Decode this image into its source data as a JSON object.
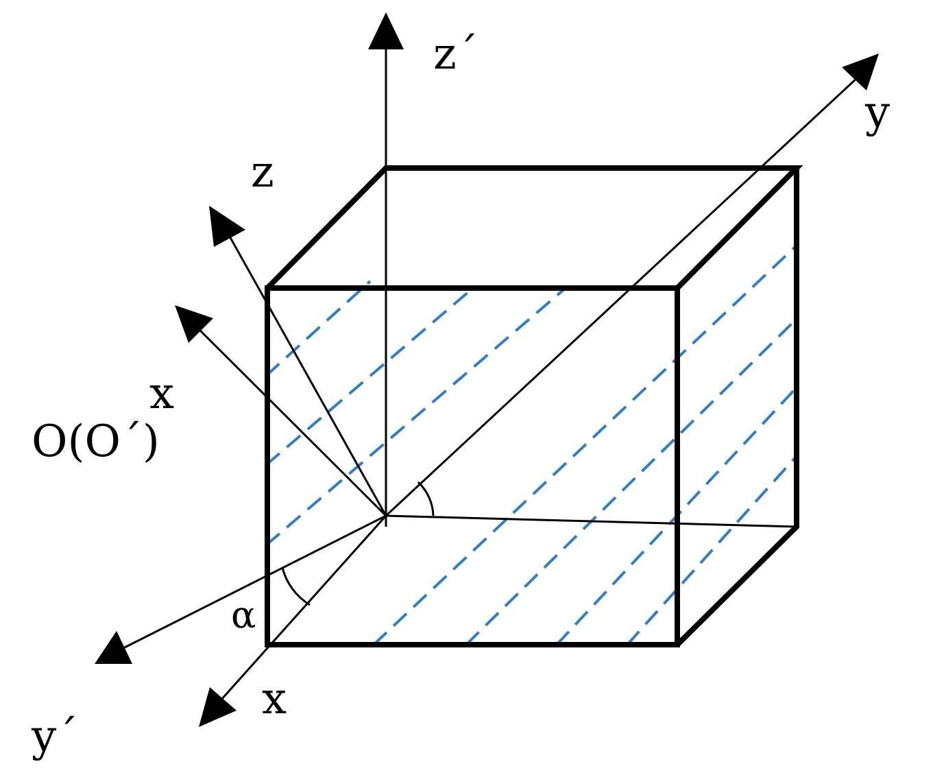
{
  "colors": {
    "line": "#000000",
    "dashed": "#2f7ec8",
    "background": "#ffffff"
  },
  "labels": {
    "z_prime": "z´",
    "y": "y",
    "z": "z",
    "x_upper": "x",
    "origin": "O(O´)",
    "alpha": "α",
    "x_lower": "x",
    "y_prime": "y´"
  }
}
